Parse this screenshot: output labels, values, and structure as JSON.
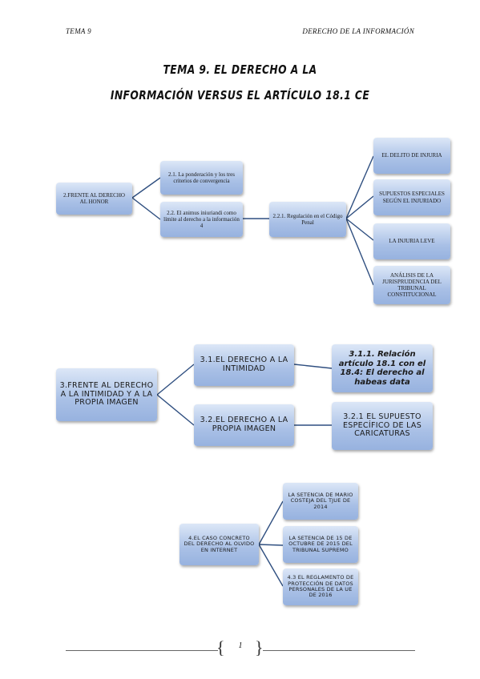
{
  "header": {
    "left": "TEMA 9",
    "right": "DERECHO DE LA INFORMACIÓN"
  },
  "title": {
    "line1": "TEMA 9. EL DERECHO A LA",
    "line2": "INFORMACIÓN VERSUS EL ARTÍCULO 18.1 CE"
  },
  "diagram1": {
    "root": "2.FRENTE AL DERECHO AL HONOR",
    "b1": "2.1. La ponderación y los tres criterios de convergencia",
    "b2": "2.2. El animus iniuriandi como límite al derecho a la información 4",
    "reg": "2.2.1. Regulación en el Código Penal",
    "l1": "EL DELITO DE INJURIA",
    "l2": "SUPUESTOS ESPECIALES SEGÚN EL INJURIADO",
    "l3": "LA INJURIA LEVE",
    "l4": "ANÁLISIS DE LA JURISPRUDENCIA DEL TRIBUNAL CONSTITUCIONAL"
  },
  "diagram2": {
    "root": "3.FRENTE AL DERECHO A LA INTIMIDAD Y A LA PROPIA IMAGEN",
    "b1": "3.1.EL DERECHO A LA INTIMIDAD",
    "b2": "3.2.EL DERECHO A LA PROPIA IMAGEN",
    "c1": "3.1.1. Relación artículo 18.1 con el 18.4: El derecho al habeas data",
    "c2": "3.2.1 EL SUPUESTO ESPECÍFICO DE LAS CARICATURAS"
  },
  "diagram3": {
    "root": "4.EL CASO CONCRETO DEL DERECHO AL OLVIDO EN INTERNET",
    "c1": "LA SETENCIA DE MARIO COSTEJA DEL TJUE DE 2014",
    "c2": "LA SETENCIA DE 15 DE OCTUBRE DE 2015 DEL TRIBUNAL SUPREMO",
    "c3": "4.3 EL REGLAMENTO DE PROTECCIÓN DE DATOS PERSONALES DE LA UE DE 2016"
  },
  "footer": {
    "page": "1"
  }
}
